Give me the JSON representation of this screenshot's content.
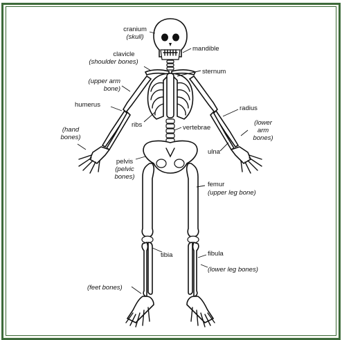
{
  "labels": {
    "cranium": "cranium",
    "skull": "(skull)",
    "mandible": "mandible",
    "clavicle": "clavicle",
    "shoulder_bones": "(shoulder bones)",
    "sternum": "sternum",
    "upper_arm": "(upper arm",
    "upper_arm_2": "bone)",
    "humerus": "humerus",
    "radius": "radius",
    "hand": "(hand",
    "hand_2": "bones)",
    "ribs": "ribs",
    "vertebrae": "vertebrae",
    "lower_arm": "(lower",
    "lower_arm_2": "arm",
    "lower_arm_3": "bones)",
    "ulna": "ulna",
    "pelvis": "pelvis",
    "pelvic": "(pelvic",
    "pelvic_2": "bones)",
    "femur": "femur",
    "upper_leg": "(upper leg bone)",
    "tibia": "tibia",
    "fibula": "fibula",
    "lower_leg": "(lower leg bones)",
    "feet": "(feet bones)"
  }
}
